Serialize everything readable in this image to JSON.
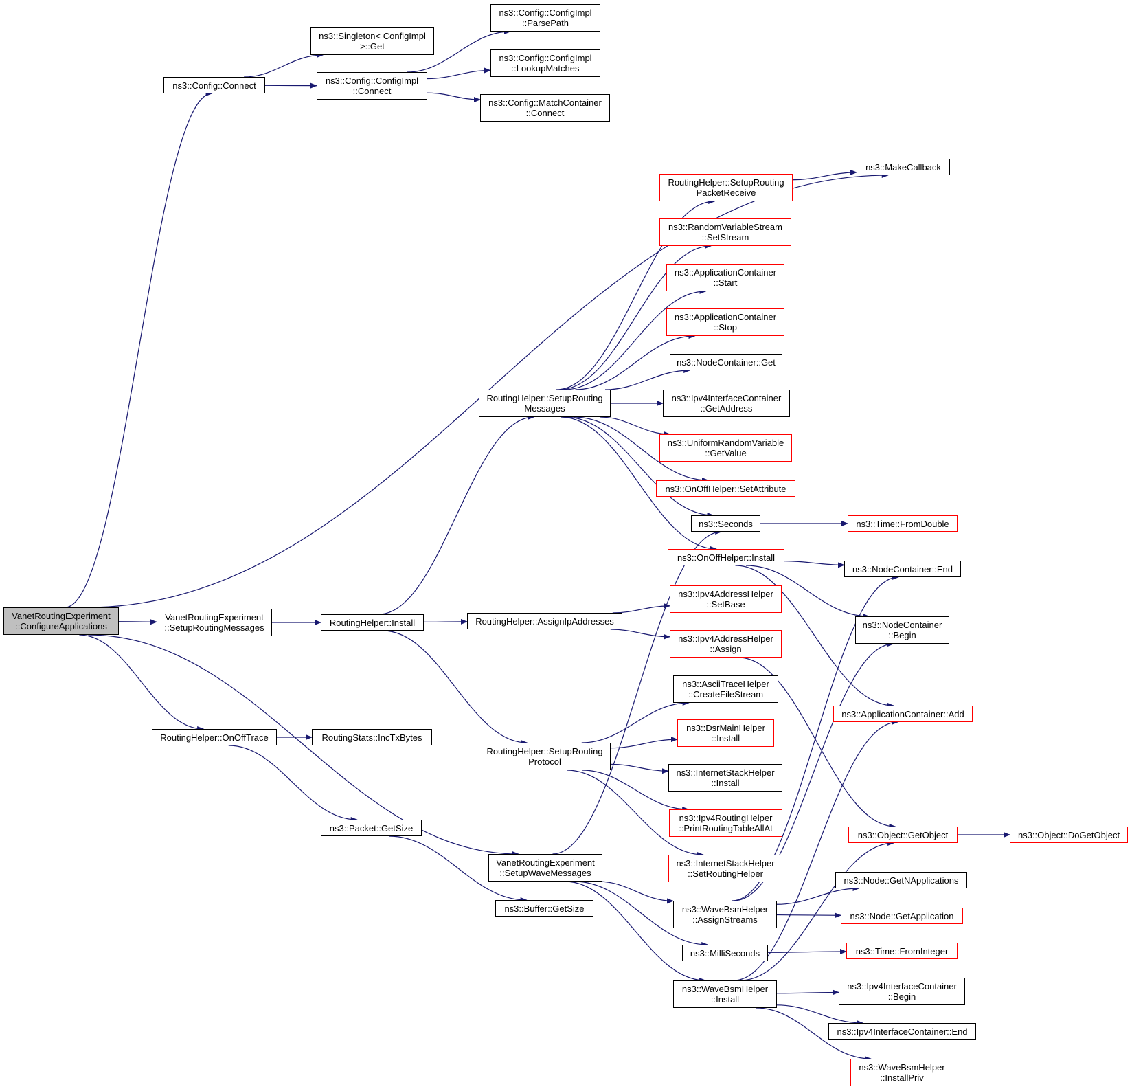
{
  "diagram": {
    "type": "call-graph",
    "edge_color": "#191970",
    "colors": {
      "node_border": "#000000",
      "external_border": "#ff0000",
      "root_fill": "#bfbfbf"
    },
    "nodes": [
      {
        "id": "root",
        "label": "VanetRoutingExperiment\n::ConfigureApplications",
        "style": "root"
      },
      {
        "id": "cfg_connect",
        "label": "ns3::Config::Connect",
        "style": "normal"
      },
      {
        "id": "singleton_get",
        "label": "ns3::Singleton< ConfigImpl\n>::Get",
        "style": "normal"
      },
      {
        "id": "cfgimpl_connect",
        "label": "ns3::Config::ConfigImpl\n::Connect",
        "style": "normal"
      },
      {
        "id": "cfgimpl_parse",
        "label": "ns3::Config::ConfigImpl\n::ParsePath",
        "style": "normal"
      },
      {
        "id": "cfgimpl_lookup",
        "label": "ns3::Config::ConfigImpl\n::LookupMatches",
        "style": "normal"
      },
      {
        "id": "match_connect",
        "label": "ns3::Config::MatchContainer\n::Connect",
        "style": "normal"
      },
      {
        "id": "make_callback",
        "label": "ns3::MakeCallback",
        "style": "normal"
      },
      {
        "id": "rh_packet_receive",
        "label": "RoutingHelper::SetupRouting\nPacketReceive",
        "style": "external"
      },
      {
        "id": "rvs_setstream",
        "label": "ns3::RandomVariableStream\n::SetStream",
        "style": "external"
      },
      {
        "id": "ac_start",
        "label": "ns3::ApplicationContainer\n::Start",
        "style": "external"
      },
      {
        "id": "ac_stop",
        "label": "ns3::ApplicationContainer\n::Stop",
        "style": "external"
      },
      {
        "id": "nc_get",
        "label": "ns3::NodeContainer::Get",
        "style": "normal"
      },
      {
        "id": "ipv4ic_getaddr",
        "label": "ns3::Ipv4InterfaceContainer\n::GetAddress",
        "style": "normal"
      },
      {
        "id": "urv_getvalue",
        "label": "ns3::UniformRandomVariable\n::GetValue",
        "style": "external"
      },
      {
        "id": "onoff_setattr",
        "label": "ns3::OnOffHelper::SetAttribute",
        "style": "external"
      },
      {
        "id": "seconds",
        "label": "ns3::Seconds",
        "style": "normal"
      },
      {
        "id": "time_fromdouble",
        "label": "ns3::Time::FromDouble",
        "style": "external"
      },
      {
        "id": "onoff_install",
        "label": "ns3::OnOffHelper::Install",
        "style": "external"
      },
      {
        "id": "nc_end",
        "label": "ns3::NodeContainer::End",
        "style": "normal"
      },
      {
        "id": "nc_begin",
        "label": "ns3::NodeContainer\n::Begin",
        "style": "normal"
      },
      {
        "id": "rh_setup_msgs",
        "label": "RoutingHelper::SetupRouting\nMessages",
        "style": "normal"
      },
      {
        "id": "vre_setup_routing_msgs",
        "label": "VanetRoutingExperiment\n::SetupRoutingMessages",
        "style": "normal"
      },
      {
        "id": "rh_install",
        "label": "RoutingHelper::Install",
        "style": "normal"
      },
      {
        "id": "rh_assign_ip",
        "label": "RoutingHelper::AssignIpAddresses",
        "style": "normal"
      },
      {
        "id": "ipv4ah_setbase",
        "label": "ns3::Ipv4AddressHelper\n::SetBase",
        "style": "external"
      },
      {
        "id": "ipv4ah_assign",
        "label": "ns3::Ipv4AddressHelper\n::Assign",
        "style": "external"
      },
      {
        "id": "ascii_create",
        "label": "ns3::AsciiTraceHelper\n::CreateFileStream",
        "style": "normal"
      },
      {
        "id": "ac_add",
        "label": "ns3::ApplicationContainer::Add",
        "style": "external"
      },
      {
        "id": "rh_onofftrace",
        "label": "RoutingHelper::OnOffTrace",
        "style": "normal"
      },
      {
        "id": "rs_inctx",
        "label": "RoutingStats::IncTxBytes",
        "style": "normal"
      },
      {
        "id": "dsr_install",
        "label": "ns3::DsrMainHelper\n::Install",
        "style": "external"
      },
      {
        "id": "rh_setup_proto",
        "label": "RoutingHelper::SetupRouting\nProtocol",
        "style": "normal"
      },
      {
        "id": "ish_install",
        "label": "ns3::InternetStackHelper\n::Install",
        "style": "normal"
      },
      {
        "id": "packet_getsize",
        "label": "ns3::Packet::GetSize",
        "style": "normal"
      },
      {
        "id": "ipv4rh_print",
        "label": "ns3::Ipv4RoutingHelper\n::PrintRoutingTableAllAt",
        "style": "external"
      },
      {
        "id": "obj_getobject",
        "label": "ns3::Object::GetObject",
        "style": "external"
      },
      {
        "id": "obj_dogetobject",
        "label": "ns3::Object::DoGetObject",
        "style": "external"
      },
      {
        "id": "vre_setup_wave",
        "label": "VanetRoutingExperiment\n::SetupWaveMessages",
        "style": "normal"
      },
      {
        "id": "ish_setrouting",
        "label": "ns3::InternetStackHelper\n::SetRoutingHelper",
        "style": "external"
      },
      {
        "id": "node_getnapps",
        "label": "ns3::Node::GetNApplications",
        "style": "normal"
      },
      {
        "id": "wbh_assign",
        "label": "ns3::WaveBsmHelper\n::AssignStreams",
        "style": "normal"
      },
      {
        "id": "node_getapp",
        "label": "ns3::Node::GetApplication",
        "style": "external"
      },
      {
        "id": "buffer_getsize",
        "label": "ns3::Buffer::GetSize",
        "style": "normal"
      },
      {
        "id": "milliseconds",
        "label": "ns3::MilliSeconds",
        "style": "normal"
      },
      {
        "id": "time_frominteger",
        "label": "ns3::Time::FromInteger",
        "style": "external"
      },
      {
        "id": "wbh_install",
        "label": "ns3::WaveBsmHelper\n::Install",
        "style": "normal"
      },
      {
        "id": "ipv4ic_begin",
        "label": "ns3::Ipv4InterfaceContainer\n::Begin",
        "style": "normal"
      },
      {
        "id": "ipv4ic_end",
        "label": "ns3::Ipv4InterfaceContainer::End",
        "style": "normal"
      },
      {
        "id": "wbh_installpriv",
        "label": "ns3::WaveBsmHelper\n::InstallPriv",
        "style": "external"
      }
    ],
    "edges": [
      [
        "root",
        "cfg_connect"
      ],
      [
        "root",
        "make_callback"
      ],
      [
        "root",
        "vre_setup_routing_msgs"
      ],
      [
        "root",
        "vre_setup_wave"
      ],
      [
        "root",
        "rh_onofftrace"
      ],
      [
        "cfg_connect",
        "singleton_get"
      ],
      [
        "cfg_connect",
        "cfgimpl_connect"
      ],
      [
        "cfgimpl_connect",
        "cfgimpl_parse"
      ],
      [
        "cfgimpl_connect",
        "cfgimpl_lookup"
      ],
      [
        "cfgimpl_connect",
        "match_connect"
      ],
      [
        "rh_packet_receive",
        "make_callback"
      ],
      [
        "rh_setup_msgs",
        "rh_packet_receive"
      ],
      [
        "rh_setup_msgs",
        "rvs_setstream"
      ],
      [
        "rh_setup_msgs",
        "ac_start"
      ],
      [
        "rh_setup_msgs",
        "ac_stop"
      ],
      [
        "rh_setup_msgs",
        "nc_get"
      ],
      [
        "rh_setup_msgs",
        "ipv4ic_getaddr"
      ],
      [
        "rh_setup_msgs",
        "urv_getvalue"
      ],
      [
        "rh_setup_msgs",
        "onoff_setattr"
      ],
      [
        "rh_setup_msgs",
        "seconds"
      ],
      [
        "rh_setup_msgs",
        "onoff_install"
      ],
      [
        "seconds",
        "time_fromdouble"
      ],
      [
        "onoff_install",
        "nc_end"
      ],
      [
        "onoff_install",
        "nc_begin"
      ],
      [
        "onoff_install",
        "ac_add"
      ],
      [
        "vre_setup_routing_msgs",
        "rh_install"
      ],
      [
        "rh_install",
        "rh_setup_msgs"
      ],
      [
        "rh_install",
        "rh_assign_ip"
      ],
      [
        "rh_install",
        "rh_setup_proto"
      ],
      [
        "rh_assign_ip",
        "ipv4ah_setbase"
      ],
      [
        "rh_assign_ip",
        "ipv4ah_assign"
      ],
      [
        "ipv4ah_assign",
        "obj_getobject"
      ],
      [
        "rh_onofftrace",
        "rs_inctx"
      ],
      [
        "rh_onofftrace",
        "packet_getsize"
      ],
      [
        "packet_getsize",
        "buffer_getsize"
      ],
      [
        "rh_setup_proto",
        "ascii_create"
      ],
      [
        "rh_setup_proto",
        "dsr_install"
      ],
      [
        "rh_setup_proto",
        "ish_install"
      ],
      [
        "rh_setup_proto",
        "ipv4rh_print"
      ],
      [
        "rh_setup_proto",
        "ish_setrouting"
      ],
      [
        "obj_getobject",
        "obj_dogetobject"
      ],
      [
        "vre_setup_wave",
        "seconds"
      ],
      [
        "vre_setup_wave",
        "wbh_assign"
      ],
      [
        "vre_setup_wave",
        "milliseconds"
      ],
      [
        "vre_setup_wave",
        "wbh_install"
      ],
      [
        "wbh_assign",
        "nc_end"
      ],
      [
        "wbh_assign",
        "nc_begin"
      ],
      [
        "wbh_assign",
        "node_getnapps"
      ],
      [
        "wbh_assign",
        "node_getapp"
      ],
      [
        "milliseconds",
        "time_frominteger"
      ],
      [
        "wbh_install",
        "ac_add"
      ],
      [
        "wbh_install",
        "obj_getobject"
      ],
      [
        "wbh_install",
        "ipv4ic_begin"
      ],
      [
        "wbh_install",
        "ipv4ic_end"
      ],
      [
        "wbh_install",
        "wbh_installpriv"
      ]
    ]
  }
}
